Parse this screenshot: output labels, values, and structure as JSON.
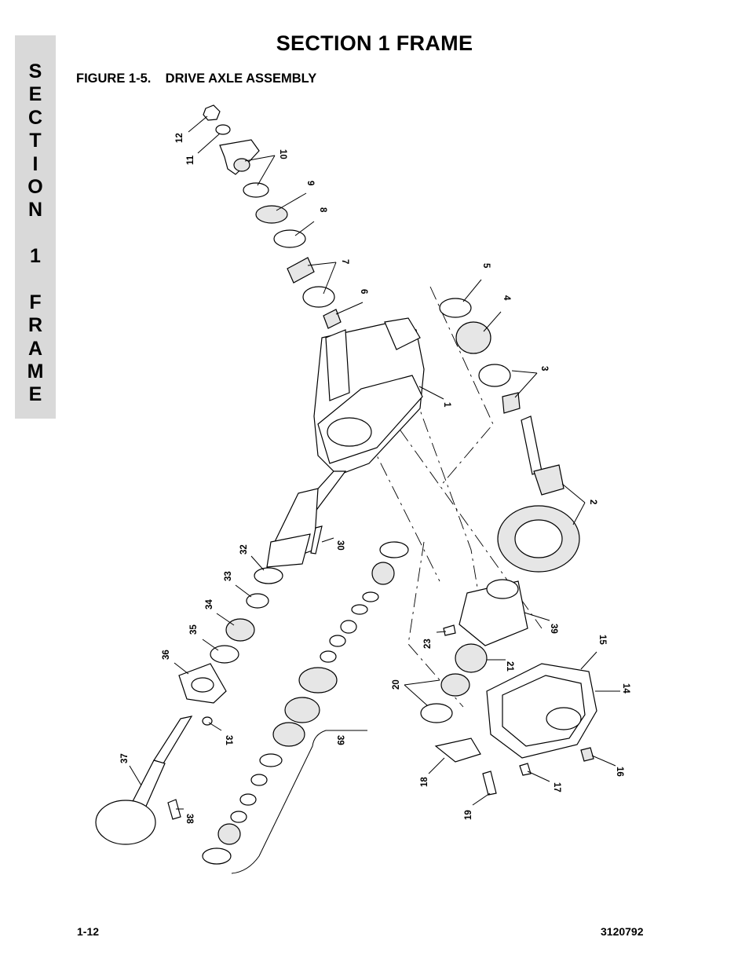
{
  "side_tab": {
    "letters": [
      "S",
      "E",
      "C",
      "T",
      "I",
      "O",
      "N",
      "",
      "1",
      "",
      "F",
      "R",
      "A",
      "M",
      "E"
    ]
  },
  "page": {
    "title": "SECTION 1  FRAME",
    "figure_title": "FIGURE 1-5.    DRIVE AXLE ASSEMBLY",
    "page_number": "1-12",
    "doc_number": "3120792"
  },
  "callouts": [
    "12",
    "11",
    "10",
    "9",
    "8",
    "7",
    "6",
    "5",
    "4",
    "3",
    "1",
    "2",
    "30",
    "32",
    "33",
    "34",
    "35",
    "36",
    "31",
    "37",
    "38",
    "39",
    "23",
    "21",
    "20",
    "15",
    "14",
    "39",
    "18",
    "19",
    "17",
    "16"
  ]
}
